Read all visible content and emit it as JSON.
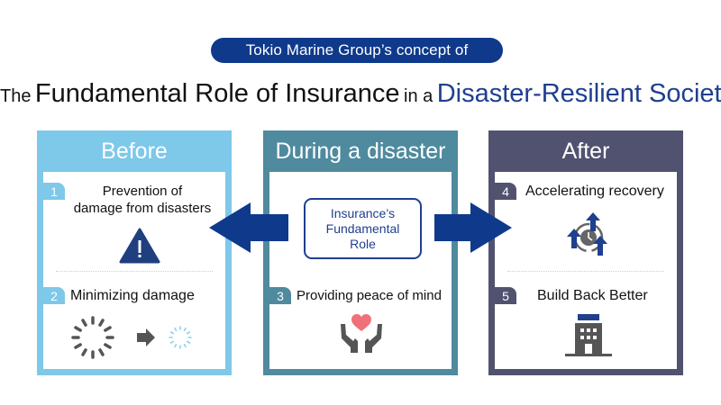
{
  "header": {
    "pill_text": "Tokio Marine Group’s concept of",
    "title_prefix": "The",
    "title_main": "Fundamental Role of Insurance",
    "title_connector": "in a",
    "title_highlight": "Disaster-Resilient Society"
  },
  "colors": {
    "brand_navy": "#0f3a8c",
    "before": "#7ec8ea",
    "during": "#4f8a9e",
    "after": "#51526f",
    "heart": "#f0707a",
    "icon_gray": "#555555"
  },
  "columns": [
    {
      "heading": "Before",
      "items": [
        {
          "number": "1",
          "label_line1": "Prevention of",
          "label_line2": "damage from disasters",
          "icon": "warning-triangle-icon"
        },
        {
          "number": "2",
          "label": "Minimizing damage",
          "icon": "damage-reduction-icon"
        }
      ]
    },
    {
      "heading": "During a disaster",
      "center_box": {
        "line1": "Insurance’s",
        "line2": "Fundamental",
        "line3": "Role"
      },
      "items": [
        {
          "number": "3",
          "label": "Providing peace of mind",
          "icon": "hands-heart-icon"
        }
      ]
    },
    {
      "heading": "After",
      "items": [
        {
          "number": "4",
          "label": "Accelerating recovery",
          "icon": "recovery-clock-arrows-icon"
        },
        {
          "number": "5",
          "label": "Build Back Better",
          "icon": "building-icon"
        }
      ]
    }
  ],
  "arrows": [
    {
      "direction": "left",
      "meaning": "to Before"
    },
    {
      "direction": "right",
      "meaning": "to After"
    }
  ]
}
